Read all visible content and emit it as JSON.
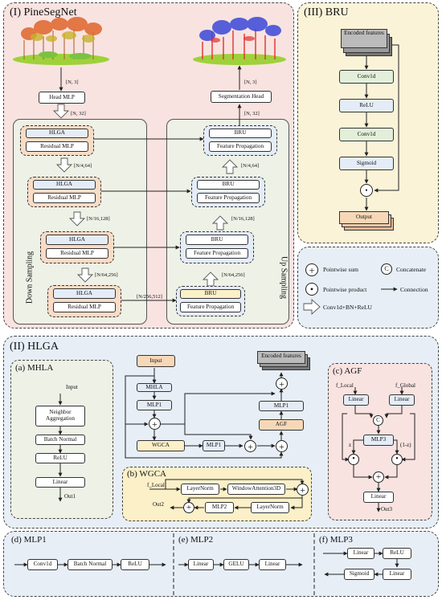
{
  "titles": {
    "pinesegnet": "(I) PineSegNet",
    "bru": "(III) BRU",
    "hlga": "(II) HLGA",
    "mhla": "(a) MHLA",
    "wgca": "(b) WGCA",
    "agf": "(c) AGF",
    "mlp1": "(d) MLP1",
    "mlp2": "(e) MLP2",
    "mlp3": "(f) MLP3"
  },
  "pinesegnet": {
    "in_shape": "[N, 3]",
    "head_mlp": "Head MLP",
    "head_shape": "[N, 32]",
    "down_label": "Down Sampling",
    "up_label": "Up Sampling",
    "hlga": "HLGA",
    "residual_mlp": "Residual MLP",
    "bru": "BRU",
    "feature_propagation": "Feature Propagation",
    "down_shapes": [
      "[N/4,64]",
      "[N/16,128]",
      "[N/64,256]"
    ],
    "bottom_shape": "[N/256,512]",
    "up_shapes": [
      "[N/64,256]",
      "[N/16,128]",
      "[N/4,64]"
    ],
    "out_shape_top": "[N, 32]",
    "seg_head": "Segmentation Head",
    "out_shape": "[N, 3]"
  },
  "bru": {
    "encoded": "Encoded features",
    "conv1": "Conv1d",
    "relu": "ReLU",
    "conv2": "Conv1d",
    "sigmoid": "Sigmoid",
    "output": "Output"
  },
  "legend": {
    "sum": "Pointwise sum",
    "concat": "Concatenate",
    "product": "Pointwise product",
    "connection": "Connection",
    "block": "Conv1d+BN+ReLU",
    "concat_symbol": "C"
  },
  "mhla": {
    "input": "Input",
    "neighbor": "Neighbor Aggregation",
    "batch_normal": "Batch Normal",
    "relu": "ReLU",
    "linear": "Linear",
    "out": "Out1"
  },
  "hlga_main": {
    "input": "Input",
    "mhla": "MHLA",
    "mlp1_a": "MLP1",
    "wgca": "WGCA",
    "mlp1_b": "MLP1",
    "mlp1_c": "MLP1",
    "agf": "AGF",
    "encoded": "Encoded features"
  },
  "wgca": {
    "f_local": "f_Local",
    "layernorm1": "LayerNorm",
    "window": "WindowAttention3D",
    "out2": "Out2",
    "mlp2": "MLP2",
    "layernorm2": "LayerNorm"
  },
  "agf": {
    "f_local": "f_Local",
    "f_global": "f_Global",
    "linear_l": "Linear",
    "linear_g": "Linear",
    "mlp3": "MLP3",
    "z": "z",
    "one_minus_z": "(1-z)",
    "linear_out": "Linear",
    "out": "Out3"
  },
  "mlp1_def": {
    "items": [
      "Conv1d",
      "Batch Normal",
      "ReLU"
    ]
  },
  "mlp2_def": {
    "items": [
      "Linear",
      "GELU",
      "Linear"
    ]
  },
  "mlp3_def": {
    "linear1": "Linear",
    "relu": "ReLU",
    "linear2": "Linear",
    "sigmoid": "Sigmoid"
  },
  "colors": {
    "panel_pink": "#f8e3e0",
    "panel_cream": "#fbf3d8",
    "panel_blue": "#e7eef6",
    "panel_green": "#eef1e6",
    "box_blue": "#e4ecf7",
    "box_green": "#e3efd9",
    "box_orange": "#f8dcc6",
    "box_yellow": "#fbf0c8",
    "accent_orange": "#f6d8b8"
  }
}
